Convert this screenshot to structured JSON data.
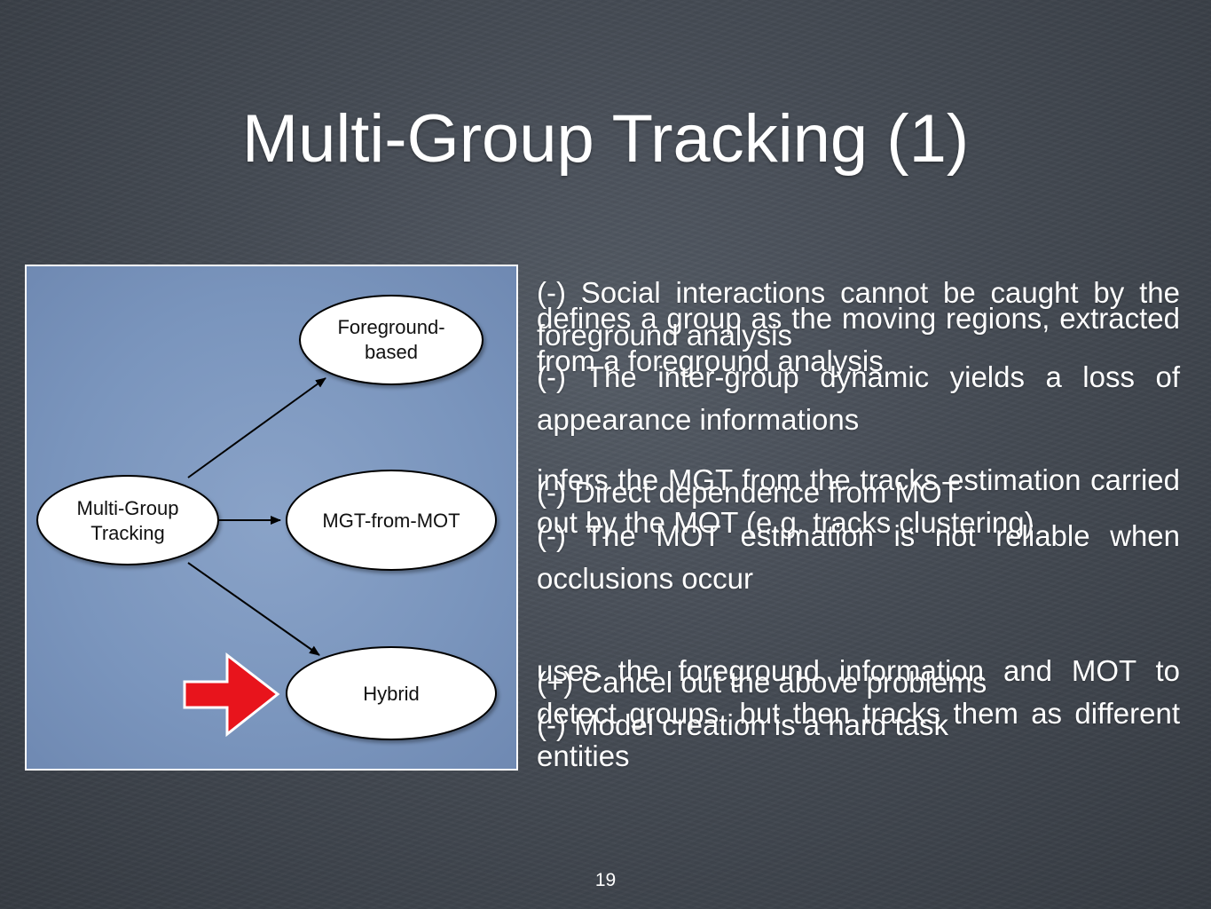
{
  "slide": {
    "title": "Multi-Group Tracking (1)",
    "page_number": "19"
  },
  "diagram": {
    "nodes": {
      "root": [
        "Multi-Group",
        "Tracking"
      ],
      "foreground": [
        "Foreground-",
        "based"
      ],
      "mgt_from_mot": [
        "MGT-from-MOT"
      ],
      "hybrid": [
        "Hybrid"
      ]
    },
    "colors": {
      "background": "#7a95bd",
      "node_fill": "#ffffff",
      "arrow": "#000000",
      "highlight_arrow": "#e8141c"
    }
  },
  "text": {
    "foreground": {
      "definition": "defines a group as the moving regions, extracted from a foreground analysis",
      "con1": "(-) Social interactions cannot be caught by the foreground analysis",
      "con2": "(-) The inter-group dynamic yields a loss of appearance informations"
    },
    "mgt_from_mot": {
      "definition": "infers the MGT from the tracks estimation carried out by the MOT (e.g. tracks clustering)",
      "con1": "(-) Direct dependence from MOT",
      "con2": "(-) The MOT estimation is not reliable when occlusions occur"
    },
    "hybrid": {
      "definition": "uses the foreground information and MOT to detect groups, but then tracks them as different entities",
      "pro1": "(+) Cancel out the above problems",
      "con1": "(-) Model creation is a hard task"
    }
  }
}
